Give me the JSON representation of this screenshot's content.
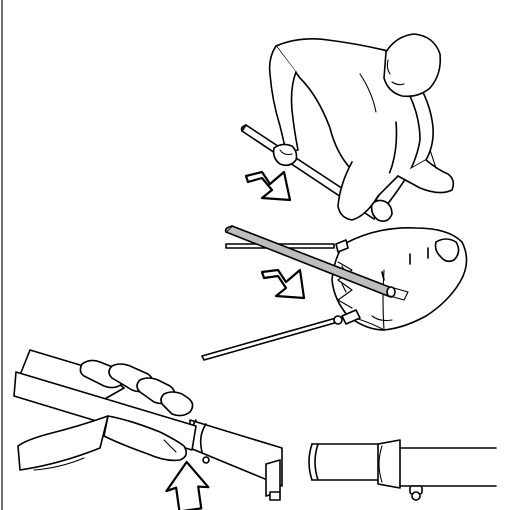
{
  "figure": {
    "background": "#ffffff",
    "line_color": "#000000",
    "pole_color": "#bdbdbd",
    "steps": [
      {
        "id": "insert-pole",
        "arrow_direction": "down-right"
      },
      {
        "id": "pole-through-sleeve",
        "arrow_direction": "down-right"
      },
      {
        "id": "push-pole-into-joint",
        "arrow_direction": "up"
      },
      {
        "id": "pole-joint-assembled",
        "arrow_direction": "none"
      }
    ]
  }
}
